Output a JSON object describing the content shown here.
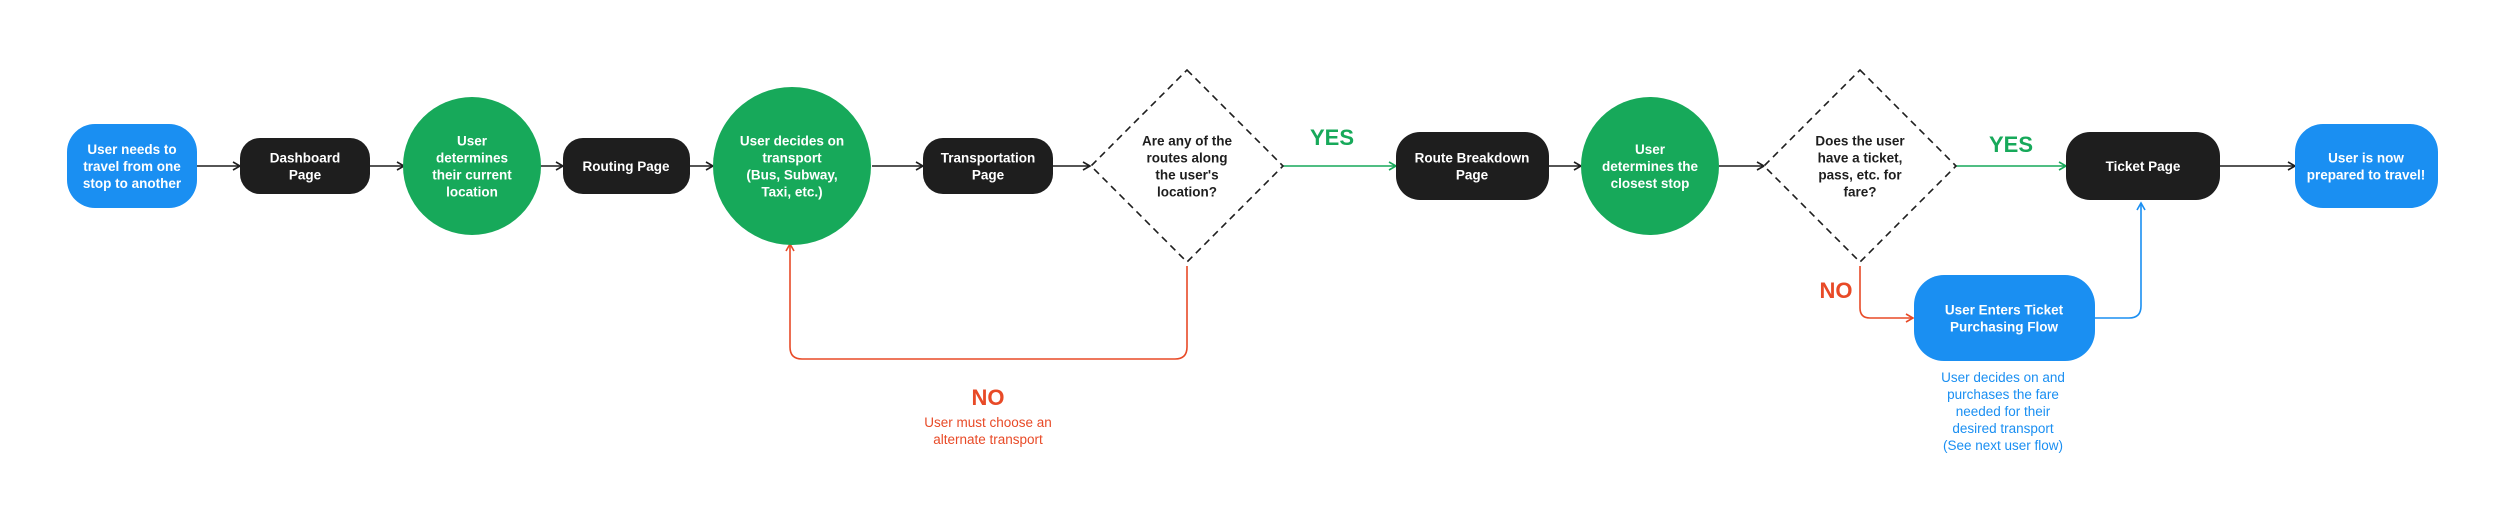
{
  "colors": {
    "blue": "#1a8ff2",
    "green": "#17a95a",
    "dark": "#1e1e1e",
    "red": "#e84a27",
    "arrow": "#1e1e1e"
  },
  "nodes": {
    "start": [
      "User needs to",
      "travel from one",
      "stop to another"
    ],
    "dashboard": [
      "Dashboard",
      "Page"
    ],
    "determine_location": [
      "User",
      "determines",
      "their current",
      "location"
    ],
    "routing": [
      "Routing Page"
    ],
    "decide_transport": [
      "User decides on",
      "transport",
      "(Bus, Subway,",
      "Taxi, etc.)"
    ],
    "transportation": [
      "Transportation",
      "Page"
    ],
    "routes_decision": [
      "Are any of the",
      "routes along",
      "the user's",
      "location?"
    ],
    "route_breakdown": [
      "Route Breakdown",
      "Page"
    ],
    "closest_stop": [
      "User",
      "determines the",
      "closest stop"
    ],
    "ticket_decision": [
      "Does the user",
      "have a ticket,",
      "pass, etc. for",
      "fare?"
    ],
    "ticket_page": [
      "Ticket Page"
    ],
    "end": [
      "User is now",
      "prepared to travel!"
    ],
    "purchasing_flow": [
      "User Enters Ticket",
      "Purchasing Flow"
    ]
  },
  "labels": {
    "yes_routes": "YES",
    "no_routes": "NO",
    "no_routes_note": [
      "User must choose an",
      "alternate transport"
    ],
    "yes_ticket": "YES",
    "no_ticket": "NO",
    "purchase_note": [
      "User decides on and",
      "purchases the fare",
      "needed for their",
      "desired transport",
      "(See next user flow)"
    ]
  }
}
